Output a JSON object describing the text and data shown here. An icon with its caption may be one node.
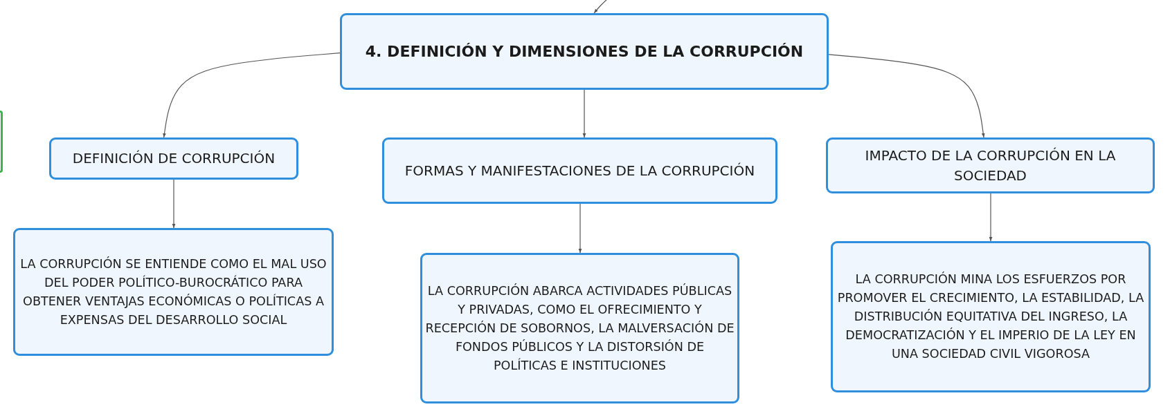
{
  "diagram": {
    "nodes": [
      {
        "text": [
          "4. DEFINICIÓN Y DIMENSIONES DE LA CORRUPCIÓN"
        ]
      },
      {
        "text": [
          "DEFINICIÓN DE CORRUPCIÓN"
        ]
      },
      {
        "text": [
          "FORMAS Y MANIFESTACIONES DE LA CORRUPCIÓN"
        ]
      },
      {
        "text": [
          "IMPACTO DE LA CORRUPCIÓN EN LA SOCIEDAD"
        ]
      },
      {
        "text": [
          "LA CORRUPCIÓN SE ENTIENDE COMO EL MAL USO DEL PODER POLÍTICO-BUROCRÁTICO PARA OBTENER VENTAJAS ECONÓMICAS O POLÍTICAS A EXPENSAS DEL DESARROLLO SOCIAL"
        ]
      },
      {
        "text": [
          "LA CORRUPCIÓN ABARCA ACTIVIDADES PÚBLICAS Y PRIVADAS, COMO EL OFRECIMIENTO Y RECEPCIÓN DE SOBORNOS, LA MALVERSACIÓN DE FONDOS PÚBLICOS Y LA DISTORSIÓN DE POLÍTICAS E INSTITUCIONES"
        ]
      },
      {
        "text": [
          "LA CORRUPCIÓN MINA LOS ESFUERZOS POR PROMOVER EL CRECIMIENTO, LA ESTABILIDAD, LA DISTRIBUCIÓN EQUITATIVA DEL INGRESO, LA DEMOCRATIZACIÓN Y EL IMPERIO DE LA LEY EN UNA SOCIEDAD CIVIL VIGOROSA"
        ]
      },
      {
        "text": [],
        "shape": "box"
      }
    ],
    "edges": [
      {
        "from": null,
        "to": 0,
        "arrow": "to"
      },
      {
        "from": 0,
        "to": 1,
        "arrow": "to"
      },
      {
        "from": 0,
        "to": 2,
        "arrow": "to"
      },
      {
        "from": 0,
        "to": 3,
        "arrow": "to"
      },
      {
        "from": 1,
        "to": 4,
        "arrow": "to"
      },
      {
        "from": 2,
        "to": 5,
        "arrow": "to"
      },
      {
        "from": 3,
        "to": 6,
        "arrow": "to"
      }
    ]
  }
}
